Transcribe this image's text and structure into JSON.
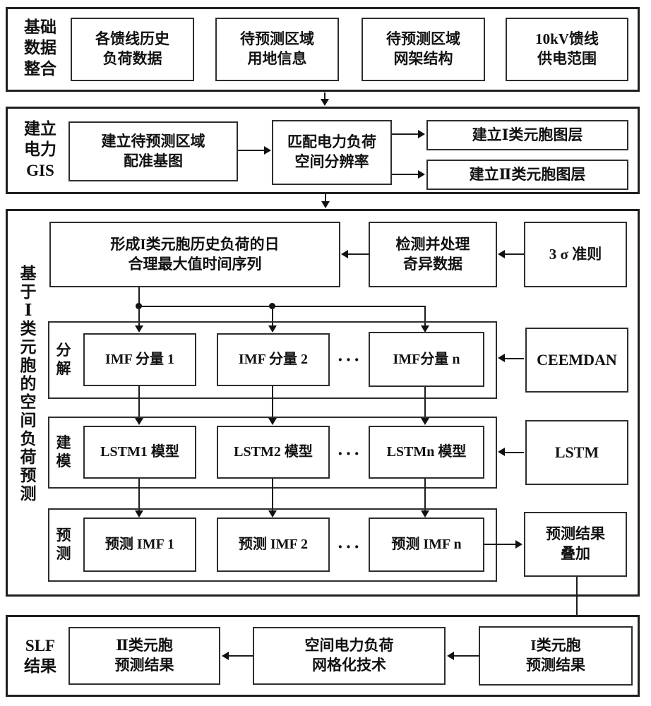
{
  "s1": {
    "label": "基础\n数据\n整合",
    "b1": "各馈线历史\n负荷数据",
    "b2": "待预测区域\n用地信息",
    "b3": "待预测区域\n网架结构",
    "b4": "10kV馈线\n供电范围"
  },
  "s2": {
    "label": "建立\n电力\nGIS",
    "base_map": "建立待预测区域\n配准基图",
    "resolution": "匹配电力负荷\n空间分辨率",
    "layer1": "建立Ⅰ类元胞图层",
    "layer2": "建立Ⅱ类元胞图层"
  },
  "s3": {
    "label": "基\n于\nⅠ\n类\n元\n胞\n的\n空\n间\n负\n荷\n预\n测",
    "time_series": "形成I类元胞历史负荷的日\n合理最大值时间序列",
    "outlier": "检测并处理\n奇异数据",
    "sigma": "3 σ 准则",
    "ceemdan": "CEEMDAN",
    "lstm": "LSTM",
    "superpose": "预测结果\n叠加",
    "decompose": {
      "label": "分\n解",
      "imf1": "IMF 分量 1",
      "imf2": "IMF 分量 2",
      "dots": "···",
      "imfn": "IMF分量 n"
    },
    "model": {
      "label": "建\n模",
      "m1": "LSTM1 模型",
      "m2": "LSTM2 模型",
      "dots": "···",
      "mn": "LSTMn 模型"
    },
    "predict": {
      "label": "预\n测",
      "p1": "预测 IMF 1",
      "p2": "预测 IMF 2",
      "dots": "···",
      "pn": "预测 IMF n"
    }
  },
  "s4": {
    "label": "SLF\n结果",
    "result2": "Ⅱ类元胞\n预测结果",
    "grid": "空间电力负荷\n网格化技术",
    "result1": "I类元胞\n预测结果"
  }
}
